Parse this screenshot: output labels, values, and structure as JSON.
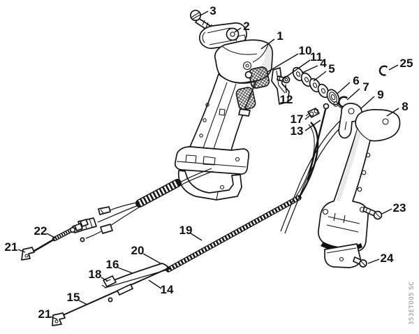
{
  "figure": {
    "title": "handle-assembly-exploded-parts-diagram",
    "drawing_code": "353ET005 SC",
    "background_color": "#ffffff",
    "line_color": "#161616",
    "label_color": "#111111",
    "code_color": "#8a8a8a"
  },
  "callouts": [
    {
      "num": "3"
    },
    {
      "num": "2"
    },
    {
      "num": "1"
    },
    {
      "num": "10"
    },
    {
      "num": "11"
    },
    {
      "num": "4"
    },
    {
      "num": "5"
    },
    {
      "num": "25"
    },
    {
      "num": "6"
    },
    {
      "num": "7"
    },
    {
      "num": "9"
    },
    {
      "num": "8"
    },
    {
      "num": "12"
    },
    {
      "num": "17"
    },
    {
      "num": "13"
    },
    {
      "num": "23"
    },
    {
      "num": "24"
    },
    {
      "num": "22"
    },
    {
      "num": "21"
    },
    {
      "num": "19"
    },
    {
      "num": "20"
    },
    {
      "num": "16"
    },
    {
      "num": "18"
    },
    {
      "num": "15"
    },
    {
      "num": "14"
    },
    {
      "num": "21"
    }
  ]
}
